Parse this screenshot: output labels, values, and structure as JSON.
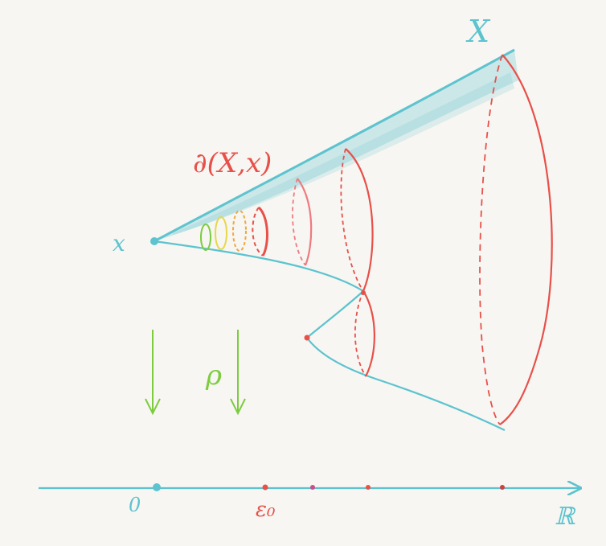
{
  "labels": {
    "space": "X",
    "point": "x",
    "boundary": "∂(X,x)",
    "map": "ρ",
    "origin": "0",
    "epsilon": "ε₀",
    "reals": "ℝ"
  },
  "colors": {
    "cyan": "#5cc3cf",
    "red": "#e8504a",
    "pink": "#ee7a80",
    "green": "#7ccc3e",
    "yellow": "#e6d84a",
    "orange": "#f0a83a",
    "paper": "#f7f6f2"
  }
}
